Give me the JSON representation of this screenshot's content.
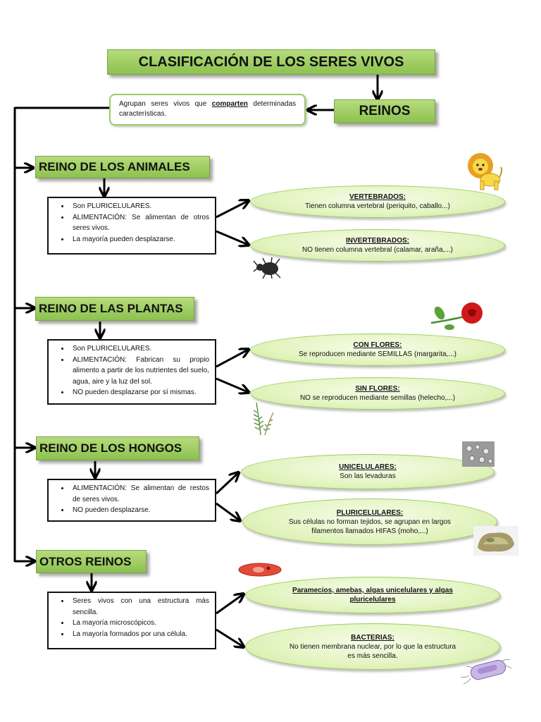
{
  "title": "CLASIFICACIÓN DE LOS SERES VIVOS",
  "reinos": {
    "label": "REINOS",
    "desc_before": "Agrupan seres vivos que ",
    "desc_bold": "comparten",
    "desc_after": " determinadas características."
  },
  "kingdoms": [
    {
      "name": "REINO DE LOS ANIMALES",
      "bullets": [
        "Son PLURICELULARES.",
        "ALIMENTACIÓN: Se alimentan de otros seres vivos.",
        "La mayoría pueden desplazarse."
      ],
      "groups": [
        {
          "head": "VERTEBRADOS:",
          "text": "Tienen columna vertebral (periquito, caballo...)"
        },
        {
          "head": "INVERTEBRADOS:",
          "text": "NO tienen columna vertebral (calamar, araña,...)"
        }
      ]
    },
    {
      "name": "REINO DE LAS PLANTAS",
      "bullets": [
        "Son PLURICELULARES.",
        "ALIMENTACIÓN: Fabrican su propio alimento a partir de los nutrientes del suelo, agua, aire y la luz del sol.",
        "NO pueden desplazarse por sí mismas."
      ],
      "groups": [
        {
          "head": "CON FLORES:",
          "text": "Se reproducen mediante SEMILLAS (margarita,...)"
        },
        {
          "head": "SIN FLORES:",
          "text": "NO se reproducen mediante semillas (helecho,...)"
        }
      ]
    },
    {
      "name": "REINO DE LOS HONGOS",
      "bullets": [
        "ALIMENTACIÓN: Se alimentan de restos de seres vivos.",
        "NO pueden desplazarse."
      ],
      "groups": [
        {
          "head": "UNICELULARES:",
          "text": "Son las levaduras"
        },
        {
          "head": "PLURICELULARES:",
          "text": "Sus células no forman tejidos, se agrupan en largos filamentos llamados HIFAS (moho,...)"
        }
      ]
    },
    {
      "name": "OTROS REINOS",
      "bullets": [
        "Seres vivos con una estructura más sencilla.",
        "La mayoría microscópicos.",
        "La mayoría formados por una célula."
      ],
      "groups": [
        {
          "head": "Paramecios, amebas, algas unicelulares y algas pluricelulares",
          "text": ""
        },
        {
          "head": "BACTERIAS:",
          "text": "No tienen membrana nuclear, por lo que la estructura es más sencilla."
        }
      ]
    }
  ],
  "illustrations": [
    "lion-icon",
    "beetle-icon",
    "rose-icon",
    "fern-icon",
    "yeast-icon",
    "mold-icon",
    "paramecium-icon",
    "bacteria-icon"
  ],
  "colors": {
    "box_green": "#8cc14f",
    "ellipse_fill": "#e4f5c3",
    "border_green": "#9ccb63",
    "line": "#000000"
  }
}
